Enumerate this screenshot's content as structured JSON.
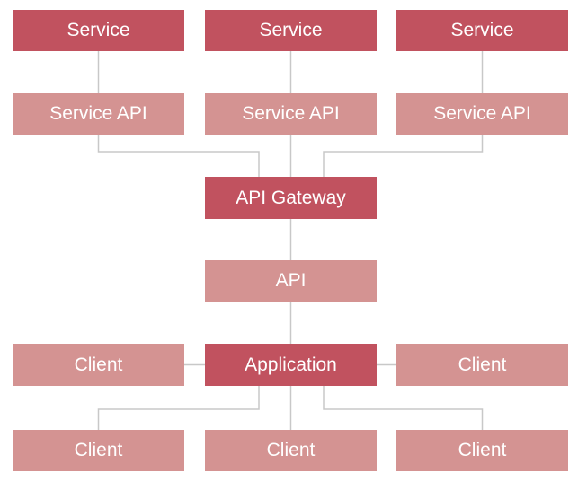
{
  "colors": {
    "primary_box": "#c1525f",
    "secondary_box": "#d49392",
    "connector": "#c8c8c8"
  },
  "services": [
    {
      "label": "Service",
      "api_label": "Service API"
    },
    {
      "label": "Service",
      "api_label": "Service API"
    },
    {
      "label": "Service",
      "api_label": "Service API"
    }
  ],
  "gateway": {
    "label": "API Gateway"
  },
  "api": {
    "label": "API"
  },
  "application": {
    "label": "Application"
  },
  "side_clients": [
    {
      "label": "Client"
    },
    {
      "label": "Client"
    }
  ],
  "bottom_clients": [
    {
      "label": "Client"
    },
    {
      "label": "Client"
    },
    {
      "label": "Client"
    }
  ]
}
